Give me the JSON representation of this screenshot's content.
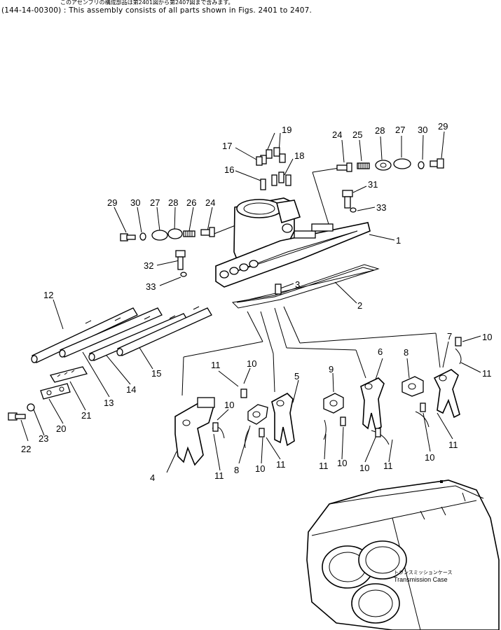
{
  "header": {
    "line1": "このアセンブリの構成部品は第2401図から第2407図まで含みます。",
    "line2": "(144-14-00300) : This assembly consists of all parts shown in Figs. 2401 to 2407."
  },
  "callouts": {
    "c1": "1",
    "c2": "2",
    "c3": "3",
    "c4": "4",
    "c5": "5",
    "c6": "6",
    "c7": "7",
    "c8a": "8",
    "c8b": "8",
    "c9": "9",
    "c10a": "10",
    "c10b": "10",
    "c10c": "10",
    "c10d": "10",
    "c10e": "10",
    "c10f": "10",
    "c10g": "10",
    "c11a": "11",
    "c11b": "11",
    "c11c": "11",
    "c11d": "11",
    "c11e": "11",
    "c11f": "11",
    "c11g": "11",
    "c12": "12",
    "c13": "13",
    "c14": "14",
    "c15": "15",
    "c16": "16",
    "c17": "17",
    "c18": "18",
    "c19": "19",
    "c20": "20",
    "c21": "21",
    "c22": "22",
    "c23": "23",
    "c24a": "24",
    "c24b": "24",
    "c25": "25",
    "c26": "26",
    "c27a": "27",
    "c27b": "27",
    "c28a": "28",
    "c28b": "28",
    "c29a": "29",
    "c29b": "29",
    "c30a": "30",
    "c30b": "30",
    "c31": "31",
    "c32": "32",
    "c33a": "33",
    "c33b": "33"
  },
  "case_label": {
    "jp": "トランスミッションケース",
    "en": "Transmission  Case"
  }
}
